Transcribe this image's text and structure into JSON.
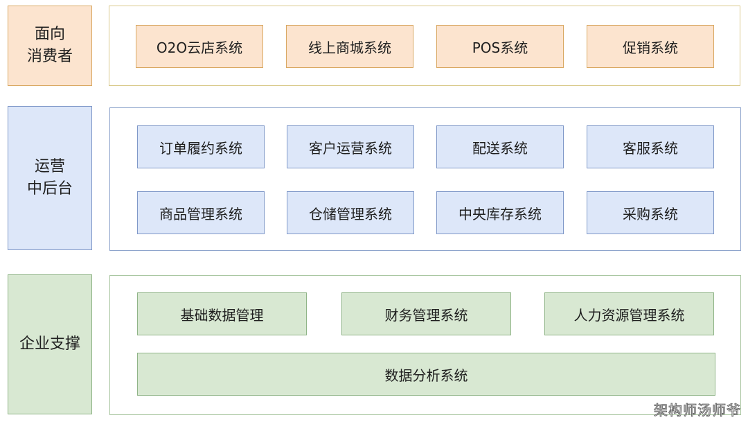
{
  "colors": {
    "consumer_fill": "#fce4cf",
    "consumer_border": "#d9a862",
    "consumer_frame_border": "#d9c98a",
    "ops_fill": "#dde7f9",
    "ops_border": "#7f98c8",
    "ops_frame_border": "#8ea4cc",
    "enterprise_fill": "#d8e8d2",
    "enterprise_border": "#8fb487",
    "enterprise_frame_border": "#a9c6a0"
  },
  "layers": {
    "consumer": {
      "label_lines": [
        "面向",
        "消费者"
      ],
      "systems": [
        "O2O云店系统",
        "线上商城系统",
        "POS系统",
        "促销系统"
      ]
    },
    "operations": {
      "label_lines": [
        "运营",
        "中后台"
      ],
      "systems_row1": [
        "订单履约系统",
        "客户运营系统",
        "配送系统",
        "客服系统"
      ],
      "systems_row2": [
        "商品管理系统",
        "仓储管理系统",
        "中央库存系统",
        "采购系统"
      ]
    },
    "enterprise": {
      "label_lines": [
        "企业支撑"
      ],
      "systems_row1": [
        "基础数据管理",
        "财务管理系统",
        "人力资源管理系统"
      ],
      "systems_row2": [
        "数据分析系统"
      ]
    }
  },
  "watermark": "架构师汤师爷"
}
